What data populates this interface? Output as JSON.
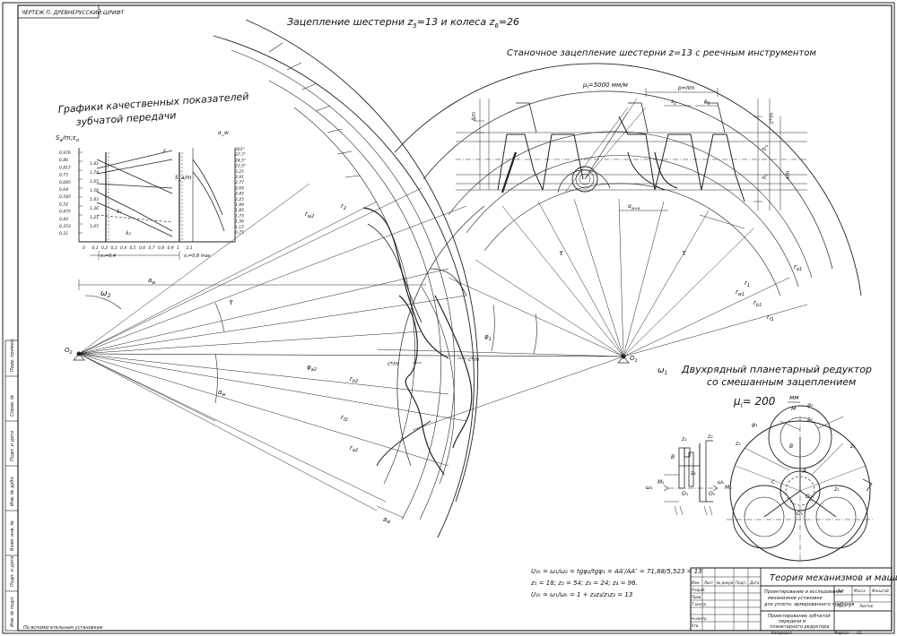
{
  "corner_stamp": "ЧЕРТЕЖ П. ДРЕВНЕРУССКИЙ ШРИФТ",
  "titles": {
    "gear_mesh": "Зацепление шестерни z",
    "gear_mesh_sub5": "5",
    "gear_mesh_mid": "=13 и колеса z",
    "gear_mesh_sub6": "6",
    "gear_mesh_end": "=26",
    "rack_mesh": "Станочное зацепление шестерни z=13 с реечным инструментом",
    "quality_graphs_line1": "Графики качественных показателей",
    "quality_graphs_line2": "зубчатой передачи",
    "planetary_line1": "Двухрядный планетарный редуктор",
    "planetary_line2": "со смешанным зацеплением"
  },
  "scale_labels": {
    "rack_scale": "μ",
    "rack_scale_sub": "l",
    "rack_scale_value": "=5000 мм/м",
    "planetary_scale": "μ",
    "planetary_scale_sub": "l",
    "planetary_scale_value": "= 200",
    "planetary_units_num": "мм",
    "planetary_units_den": "м"
  },
  "geometry_labels": {
    "aw": "a",
    "aw_sub": "w",
    "omega1": "ω",
    "omega1_sub": "1",
    "omega2": "ω",
    "omega2_sub": "2",
    "o1": "O",
    "o1_sub": "1",
    "o2": "O",
    "o2_sub": "2",
    "tau": "τ",
    "rw1": "r",
    "rw1_sub": "w1",
    "r1": "r",
    "r1_sub": "1",
    "rb1": "r",
    "rb1_sub": "b1",
    "ra1": "r",
    "ra1_sub": "a1",
    "rf1": "r",
    "rf1_sub": "f1",
    "rb2": "r",
    "rb2_sub": "b2",
    "rf2": "r",
    "rf2_sub": "f2",
    "ra2": "r",
    "ra2_sub": "a2",
    "rw2": "r",
    "rw2_sub": "w2",
    "r2": "r",
    "r2_sub": "2",
    "phi_a": "φ",
    "phi_a_sub": "a2",
    "alpha_w": "α",
    "alpha_w_sub": "w",
    "cm": "c*m",
    "p": "p=πm",
    "s0": "s",
    "s0_sub": "0",
    "e0": "e",
    "e0_sub": "0",
    "delta_m": "Δm",
    "ha": "h",
    "ha_sub": "a",
    "hf": "h",
    "hf_sub": "f",
    "xm": "xm",
    "aw_alpha": "a",
    "aw_alpha_sub": "w",
    "alpha_plus": "α",
    "alpha_plus_sub": "w+α"
  },
  "graph": {
    "y_label": "S",
    "y_label_sub": "a",
    "y_label_rest": "/m;ε",
    "y_label_rest_sub": "α",
    "y_ticks": [
      "0,976",
      "0,86",
      "0,815",
      "0,75",
      "0,685",
      "0,64",
      "0,585",
      "0,52",
      "0,475",
      "0,42",
      "0,353",
      "0,31"
    ],
    "mid_ticks": [
      "1,81",
      "1,74",
      "1,65",
      "1,56",
      "1,43",
      "1,30",
      "1,21",
      "1,05"
    ],
    "right_ticks": [
      "303°",
      "27,7°",
      "24,5°",
      "23,5°",
      "3,25",
      "2,91",
      "2,77",
      "2,69",
      "2,45",
      "2,25",
      "1,99",
      "1,85",
      "1,75",
      "1,56",
      "1,15",
      "0,75"
    ],
    "x_ticks": [
      "0",
      "0,1",
      "0,2",
      "0,3",
      "0,4",
      "0,5",
      "0,6",
      "0,7",
      "0,8",
      "0,9",
      "1",
      "1,1"
    ],
    "x_caption": "x₁=0,8 max",
    "x_caption_left": "x₁=0,4",
    "curve_labels": [
      "ε",
      "S_a/m",
      "λ₁",
      "λ₂",
      "α_w"
    ]
  },
  "formulas": {
    "line1": "U₁ₕ = ω₁/ω₂ = tgφ₂/tgφ₁ = AA′/AA″ = 71,88/5,523 = 13",
    "line2": "z₁ = 18;  z₂ = 54;  z₃ = 24;  z₄ = 96.",
    "line3": "U₁ₕ = ω₁/ωₕ = 1 + z₂z₄/z₁z₃ = 13"
  },
  "planetary": {
    "labels": [
      "z₁",
      "z₂",
      "z₃",
      "z₄",
      "B",
      "A",
      "C",
      "O₁",
      "Oₕ",
      "ω₁",
      "ωₕ",
      "M₁",
      "Mₕ",
      "φ₁",
      "φ₂"
    ]
  },
  "title_block": {
    "main_title": "Теория механизмов и машин",
    "description_line1": "Проектирование и исследование",
    "description_line2": "механизмов установки",
    "description_line3": "для уплотн. армированного приборов",
    "sheet_subject_line1": "Проектирование зубчатой",
    "sheet_subject_line2": "передачи и",
    "sheet_subject_line3": "планетарного редуктора",
    "col_izm": "Изм.",
    "col_list": "Лист",
    "col_doc": "№ докум.",
    "col_sign": "Подп.",
    "col_date": "Дата",
    "row_razrab": "Разраб.",
    "row_prov": "Пров.",
    "row_tkontr": "Т.контр.",
    "row_nkontr": "Н.контр.",
    "row_utv": "Утв.",
    "lit": "Лит.",
    "mass": "Масса",
    "scale": "Масштаб",
    "sheet": "Лист",
    "sheets": "Листов",
    "sheet_value": "1",
    "copied": "Копировал",
    "format": "Формат",
    "format_value": "А1"
  },
  "side_strip": {
    "text1": "Перв. примен.",
    "text2": "Справ. №",
    "text3": "Подп. и дата",
    "text4": "Инв. № дубл.",
    "text5": "Взам. инв. №",
    "text6": "Подп. и дата",
    "text7": "Инв. № подл."
  },
  "bottom_note": "По вспомогательным установкам"
}
